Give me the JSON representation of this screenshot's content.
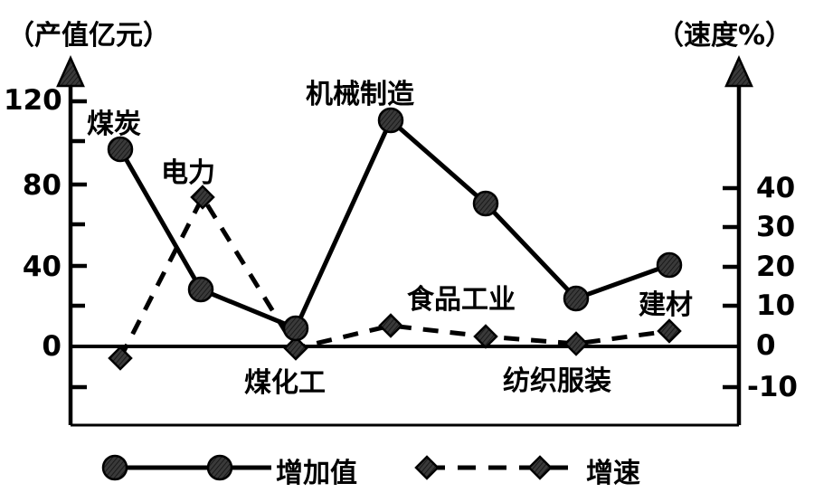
{
  "axes": {
    "left_unit": "（产值亿元）",
    "right_unit": "（速度%）",
    "left_ticks": [
      "120",
      "80",
      "40",
      "0"
    ],
    "right_ticks": [
      "40",
      "30",
      "20",
      "10",
      "0",
      "-10"
    ]
  },
  "legend": {
    "items": [
      {
        "label": "增加值",
        "style": "solid-circle"
      },
      {
        "label": "增速",
        "style": "dashed-diamond"
      }
    ]
  },
  "point_labels": {
    "coal": "煤炭",
    "power": "电力",
    "coal_chemical": "煤化工",
    "machinery": "机械制造",
    "food": "食品工业",
    "textile": "纺织服装",
    "building": "建材"
  },
  "chart_data": {
    "type": "line",
    "title": "",
    "xlabel": "",
    "ylabel": "产值亿元",
    "y2label": "速度%",
    "grid": false,
    "legend_position": "bottom",
    "categories": [
      "煤炭",
      "电力",
      "煤化工",
      "机械制造",
      "食品工业",
      "纺织服装",
      "建材"
    ],
    "ylim": [
      -20,
      130
    ],
    "y2lim": [
      -12,
      45
    ],
    "yticks": [
      0,
      40,
      80,
      120
    ],
    "y2ticks": [
      -10,
      0,
      10,
      20,
      30,
      40
    ],
    "series": [
      {
        "name": "增加值",
        "axis": "left",
        "marker": "circle",
        "linestyle": "solid",
        "values": [
          96,
          28,
          9,
          111,
          71,
          23,
          40
        ]
      },
      {
        "name": "增速",
        "axis": "right",
        "marker": "diamond",
        "linestyle": "dashed",
        "values": [
          -3,
          38,
          -0.5,
          5,
          2.5,
          0.7,
          4
        ]
      }
    ]
  }
}
